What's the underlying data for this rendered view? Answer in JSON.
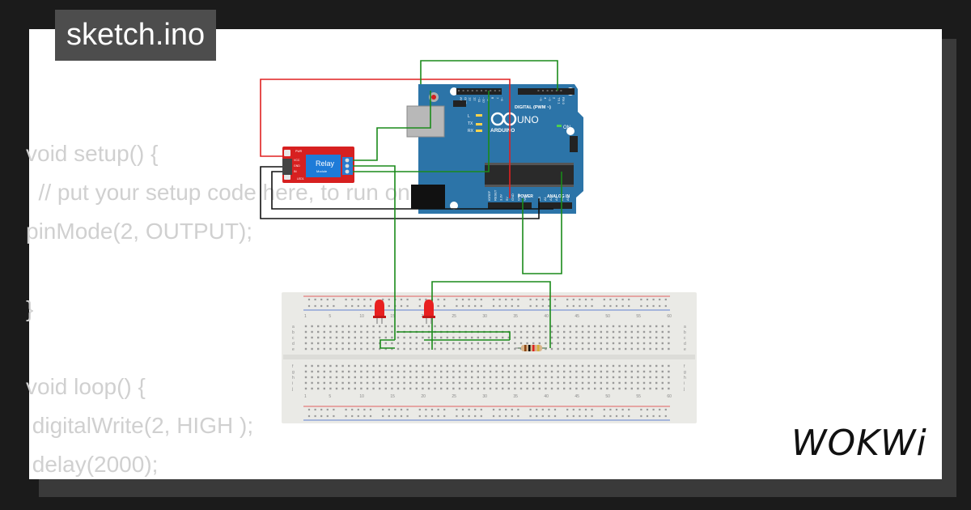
{
  "project": {
    "title": "sketch.ino"
  },
  "code_lines": [
    "void setup() {",
    "  // put your setup code here, to run once:",
    "pinMode(2, OUTPUT);",
    "",
    "}",
    "",
    "void loop() {",
    " digitalWrite(2, HIGH );",
    " delay(2000);"
  ],
  "relay": {
    "label": "Relay",
    "sublabel": "Module",
    "pins": [
      "VCC",
      "GND",
      "IN"
    ],
    "header": "PWR",
    "led": "LED1"
  },
  "arduino": {
    "brand": "ARDUINO",
    "model": "UNO",
    "digital_label": "DIGITAL (PWM ~)",
    "power_label": "POWER",
    "analog_label": "ANALOG IN",
    "on_label": "ON",
    "led_labels": [
      "L",
      "TX",
      "RX"
    ],
    "top_pins": [
      "AREF",
      "GND",
      "13",
      "12",
      "~11",
      "~10",
      "~9",
      "8",
      "7",
      "~6",
      "~5",
      "4",
      "~3",
      "2",
      "TX 1",
      "RX 0"
    ],
    "power_pins": [
      "IOREF",
      "RESET",
      "3.3V",
      "5V",
      "GND",
      "GND",
      "Vin"
    ],
    "analog_pins": [
      "A0",
      "A1",
      "A2",
      "A3",
      "A4",
      "A5"
    ]
  },
  "breadboard": {
    "column_numbers": [
      "1",
      "5",
      "10",
      "15",
      "20",
      "25",
      "30",
      "35",
      "40",
      "45",
      "50",
      "55",
      "60"
    ],
    "row_letters_top": [
      "a",
      "b",
      "c",
      "d",
      "e"
    ],
    "row_letters_bottom": [
      "f",
      "g",
      "h",
      "i",
      "j"
    ]
  },
  "brand": {
    "logo": "WOKWi"
  },
  "colors": {
    "wire_red": "#e02020",
    "wire_green": "#1a8a1a",
    "wire_black": "#111111",
    "board_blue": "#2c74a8",
    "relay_red": "#d72020",
    "led_red": "#e82020"
  }
}
